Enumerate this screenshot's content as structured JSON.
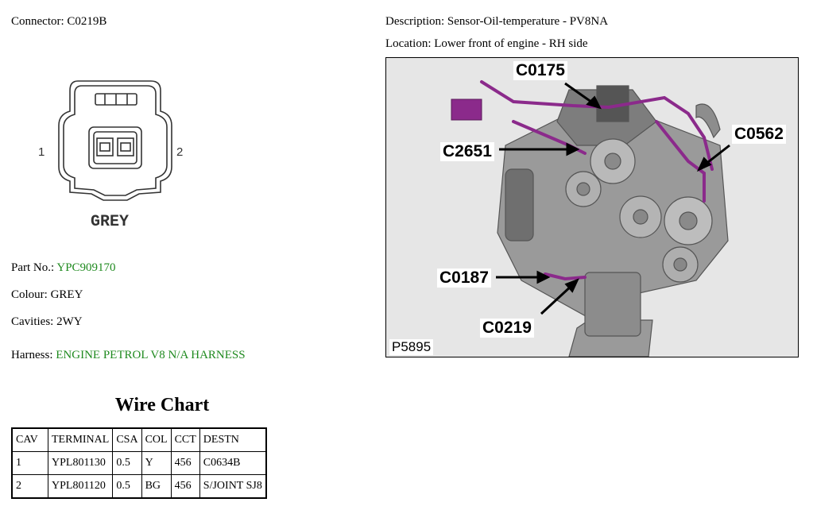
{
  "connector": {
    "label": "Connector:",
    "value": "C0219B"
  },
  "description": {
    "label": "Description:",
    "value": "Sensor-Oil-temperature - PV8NA"
  },
  "location": {
    "label": "Location:",
    "value": "Lower front of engine - RH side"
  },
  "drawing": {
    "pin_left": "1",
    "pin_right": "2",
    "colour_text": "GREY"
  },
  "details": {
    "part_no_label": "Part No.:",
    "part_no": "YPC909170",
    "colour_label": "Colour:",
    "colour": "GREY",
    "cavities_label": "Cavities:",
    "cavities": "2WY",
    "harness_label": "Harness:",
    "harness": "ENGINE PETROL V8 N/A HARNESS"
  },
  "wire_chart": {
    "title": "Wire Chart",
    "headers": [
      "CAV",
      "TERMINAL",
      "CSA",
      "COL",
      "CCT",
      "DESTN"
    ],
    "rows": [
      [
        "1",
        "YPL801130",
        "0.5",
        "Y",
        "456",
        "C0634B"
      ],
      [
        "2",
        "YPL801120",
        "0.5",
        "BG",
        "456",
        "S/JOINT SJ8"
      ]
    ]
  },
  "photo": {
    "reference": "P5895",
    "callouts": [
      "C0175",
      "C2651",
      "C0562",
      "C0187",
      "C0219"
    ]
  },
  "colors": {
    "green_text": "#1f8a1f",
    "harness_purple": "#8b2a8b"
  }
}
